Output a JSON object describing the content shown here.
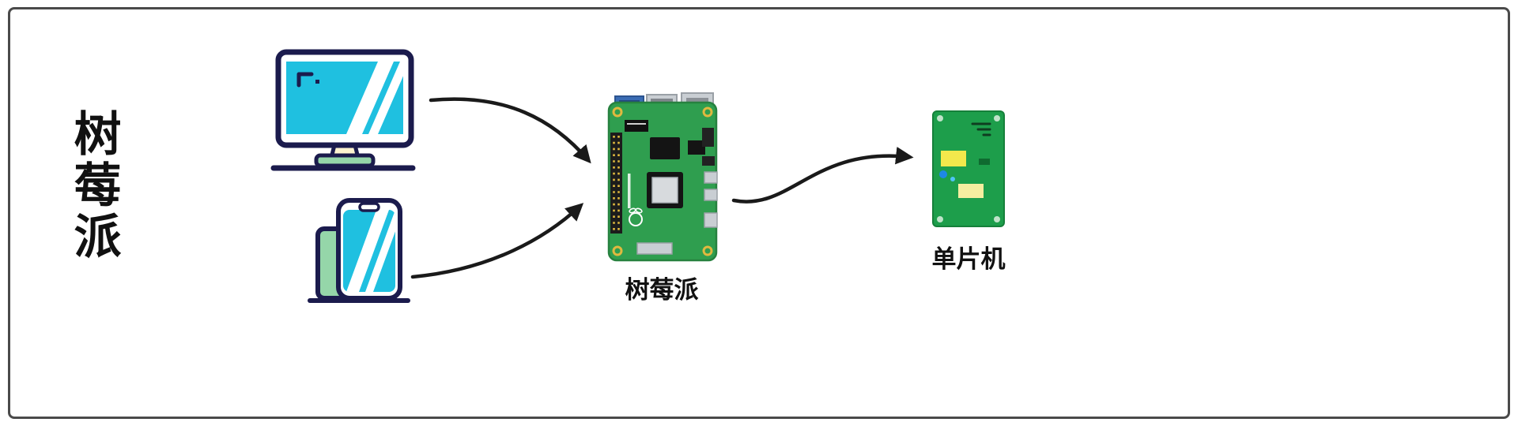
{
  "page": {
    "background": "#ffffff",
    "frame_border_color": "#4a4a4a"
  },
  "diagram": {
    "side_label": "树莓派",
    "nodes": {
      "monitor": {
        "icon": "computer-monitor-icon"
      },
      "phone": {
        "icon": "smartphone-icon"
      },
      "raspberry_pi": {
        "label": "树莓派",
        "icon": "raspberry-pi-board"
      },
      "mcu": {
        "label": "单片机",
        "icon": "mcu-green-board"
      }
    },
    "arrows": [
      {
        "from": "monitor",
        "to": "raspberry_pi",
        "style": "curved-black"
      },
      {
        "from": "phone",
        "to": "raspberry_pi",
        "style": "curved-black"
      },
      {
        "from": "raspberry_pi",
        "to": "mcu",
        "style": "curved-black"
      }
    ],
    "colors": {
      "icon_outline": "#1b1b4d",
      "icon_screen": "#1fc0e0",
      "icon_accent_green": "#95d6a9",
      "icon_pale_yellow": "#fdf3cf",
      "board_green": "#2f9e4f",
      "board_edge": "#27813f",
      "mcu_green": "#1d9e4b",
      "mcu_edge": "#15803a",
      "arrow": "#1a1a1a",
      "usb_blue": "#3a6cb4",
      "port_silver": "#c9ced3",
      "port_silver_edge": "#9aa0a6",
      "chip_black": "#141414",
      "gold": "#e0b93f",
      "yellow_component": "#f2e84c",
      "yellow_pale": "#f5eea0",
      "dot_blue": "#1e88e5",
      "dot_cyan": "#4fc3f7",
      "frame_border": "#4a4a4a",
      "label_color": "#111111"
    }
  }
}
